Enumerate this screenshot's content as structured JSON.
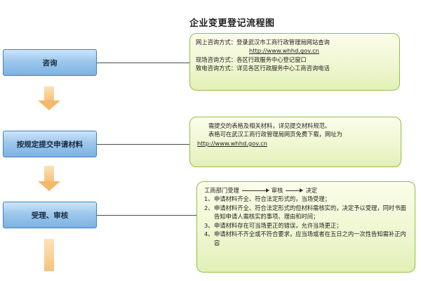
{
  "title": "企业变更登记流程图",
  "steps": [
    {
      "label": "咨询"
    },
    {
      "label": "按规定提交申请材料"
    },
    {
      "label": "受理、审核"
    }
  ],
  "consult": {
    "online_label": "网上咨询方式：",
    "online_text": "登录武汉市工商行政管理局网站查询",
    "url": "http://www.whhd.gov.cn",
    "onsite_label": "现场咨询方式：",
    "onsite_text": "各区行政服务中心登记窗口",
    "phone_label": "致电咨询方式：",
    "phone_text": "详见各区行政服务中心工商咨询电话"
  },
  "submit": {
    "line1": "需提交的表格及相关材料，详见提交材料规范。",
    "line2": "表格可在武汉工商行政管理局网页免费下载，网址为",
    "url": "http://www.whhd.gov.cn"
  },
  "review": {
    "flow": [
      "工商部门受理",
      "审核",
      "决定"
    ],
    "items": [
      {
        "num": "1、",
        "text": "申请材料齐全、符合法定形式的，当场受理；"
      },
      {
        "num": "2、",
        "text": "申请材料齐全、符合法定形式的但材料需核实的，决定予以受理，同时书面告知申请人需核实的事项、理由和时间；"
      },
      {
        "num": "3、",
        "text": "申请材料存在可当场更正的错误，允许当场更正；"
      },
      {
        "num": "4、",
        "text": "申请材料不齐全或不符合要求，应当场或者在五日之内一次性告知需补正内容"
      }
    ]
  },
  "colors": {
    "step_fill": "#9cc7ec",
    "step_border": "#3f7fc0",
    "arrow_fill": "#f6c27c",
    "info_fill": "#eef6cf",
    "info_border": "#8ec04a"
  },
  "icons": {
    "step_arrow": "down-arrow-icon",
    "flow_arrow": "right-arrow-icon"
  }
}
